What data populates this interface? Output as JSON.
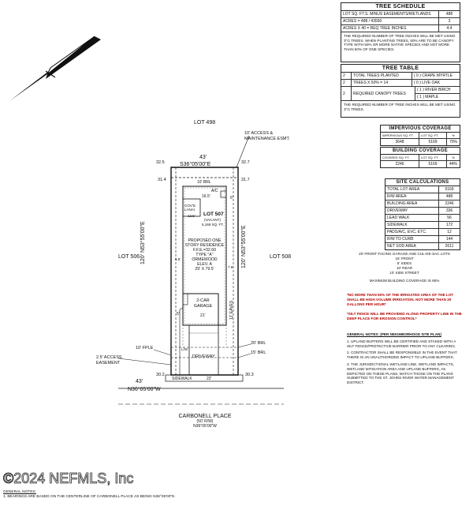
{
  "tree_schedule": {
    "title": "TREE SCHEDULE",
    "rows": [
      {
        "label": "LOT SQ. FT.S. MINUS EASEMENTS/WETLANDS",
        "value": "488"
      },
      {
        "label": "ACRES = 488 / 43560",
        "value": "3"
      },
      {
        "label": "ACRES X 40 = REQ TREE INCHES",
        "value": "4.4"
      }
    ],
    "note": "THE REQUIRED NUMBER OF TREE INCHES WILL BE MET USING 3\"/1 TREES. WHEN PLANTING TREES, 50% ARE TO BE CANOPY TYPE WITH 50% OR MORE NATIVE SPECIES AND NOT MORE THAN 50% OF ONE SPECIES."
  },
  "tree_table": {
    "title": "TREE TABLE",
    "rows": [
      {
        "qty": "2",
        "desc": "TOTAL TREES PLANTED",
        "species": [
          "( 0 ) CRAPE MYRTLE"
        ]
      },
      {
        "qty": "2",
        "desc": "TREES X 50% = 14",
        "species": [
          "( 0 ) LIVE OAK"
        ]
      },
      {
        "qty": "2",
        "desc": "REQUIRED CANOPY TREES",
        "species": [
          "( 1 ) RIVER BIRCH",
          "( 1 ) MAPLE"
        ]
      }
    ],
    "note": "THE REQUIRED NUMBER OF TREE INCHES WILL BE MET USING 3\"/1 TREES."
  },
  "impervious": {
    "title": "IMPERVIOUS COVERAGE",
    "headers": [
      "IMPERVIOUS SQ. FT.",
      "LOT SQ. FT.",
      "%"
    ],
    "values": [
      "3648",
      "5169",
      "70%"
    ]
  },
  "building": {
    "title": "BUILDING COVERAGE",
    "headers": [
      "COVERED SQ. FT.",
      "LOT SQ. FT.",
      "%"
    ],
    "values": [
      "2246",
      "5169",
      "44%"
    ]
  },
  "site_calcs": {
    "title": "SITE CALCULATIONS",
    "rows": [
      {
        "label": "TOTAL LOT AREA",
        "value": "5169"
      },
      {
        "label": "R/W AREA",
        "value": "488"
      },
      {
        "label": "BUILDING AREA",
        "value": "2246"
      },
      {
        "label": "DRIVEWAY",
        "value": "336"
      },
      {
        "label": "LEAD WALK",
        "value": "56"
      },
      {
        "label": "SIDEWALK",
        "value": "172"
      },
      {
        "label": "PADS/A/C, EVC, ETC.",
        "value": "12"
      },
      {
        "label": "R/W TO CURB",
        "value": "144"
      },
      {
        "label": "NET SOD AREA",
        "value": "2611"
      }
    ]
  },
  "notes": {
    "setbacks": [
      "20' FRONT FACING GARAGE AND CUL-DE-SAC LOTS",
      "15' FRONT",
      "5' SIDES",
      "10' REAR",
      "10' SIDE STREET"
    ],
    "max_coverage": "MAXIMUM BUILDING COVERAGE IS 65%",
    "irrigation": "*NO MORE THAN 50% OF THE IRRIGATED AREA OF THE LOT SHALL BE HIGH VOLUME IRRIGATION. NOT MORE THAN 30 GALLONS PER HOUR*",
    "silt_fence": "*SILT FENCE WILL BE PROVIDED ALONG PROPERTY LINE IN THE DEEP PLACE FOR EROSION CONTROL*",
    "general_heading": "GENERAL NOTES: (PER NEIGHBORHOOD SITE PLAN)",
    "general": [
      "1. UPLAND BUFFERS WILL BE CERTIFIED AND STAKED WITH A SILT FENCE/PROTECTIVE BARRIER PRIOR TO ANY CLEARING.",
      "2. CONTRACTOR SHALL BE RESPONSIBLE IN THE EVENT THAT THERE IS AN UNAUTHORIZED IMPACT TO UPLAND BUFFERS.",
      "3. THE JURISDICTIONAL WETLAND LINE, WETLAND IMPACTS, WETLAND MITIGATION AREA AND UPLAND BUFFERS, AS DEPICTED ON THESE PLANS, MATCH THOSE ON THE PLANS SUBMITTED TO THE ST. JOHNS RIVER WATER MANAGEMENT DISTRICT."
    ]
  },
  "plan": {
    "lot_north": "LOT 498",
    "lot_west": "LOT 506",
    "lot_east": "LOT 508",
    "top_width": "43'",
    "top_bearing": "S36°05'00\"E",
    "bottom_width": "43'",
    "bottom_bearing": "N36°05'00\"W",
    "left_bearing": "120' N53°55'00\"E",
    "right_bearing": "120' N53°55'00\"E",
    "easement_top": "10' ACCESS & MAINTENANCE ESMT.",
    "brl_rear": "10' BRL",
    "ac": "A/C",
    "dim_16": "16.5'",
    "lanai": "COV'D LANAI",
    "lanai_dim": "12.5'",
    "lot_no": "LOT 507",
    "vacant": "(VACANT)",
    "lot_sqft": "5,169 SQ. FT.",
    "residence": [
      "PROPOSED ONE",
      "STORY RESIDENCE",
      "F.F.E.=32.60",
      "TYPE \"A\"",
      "ORMEWOOD",
      "ELEV. A",
      "29' X 79.5'"
    ],
    "garage": [
      "2-CAR",
      "GARAGE"
    ],
    "garage_width": "21'",
    "side_5": "5'",
    "eaves": "12' EAVES",
    "dim_5_5": "5.5'",
    "dim_7_6": "7.6'",
    "dim_6": "6'",
    "brl_20": "20' BRL",
    "brl_15": "15' BRL",
    "fple": "10' FPLE",
    "access_esmt": "2.5' ACCESS EASEMENT",
    "driveway": "DRIVEWAY",
    "lw": "L/W",
    "sidewalk": "SIDEWALK",
    "walk_22": "22'",
    "elev_tl": "32.5",
    "elev_tr": "32.7",
    "elev_ml": "31.4",
    "elev_mr": "31.7",
    "elev_bl": "30.2",
    "elev_br": "30.3",
    "street": "CARBONELL PLACE",
    "street_rw": "(50' R/W)",
    "street_bearing": "N36°05'00\"W"
  },
  "watermark": "©2024 NEFMLS, Inc",
  "footer": {
    "heading": "GENERAL NOTES:",
    "line": "1. BEARINGS ARE BASED ON THE CENTERLINE OF CARBONELL PLACE AS BEING N36°05'00\"E."
  }
}
